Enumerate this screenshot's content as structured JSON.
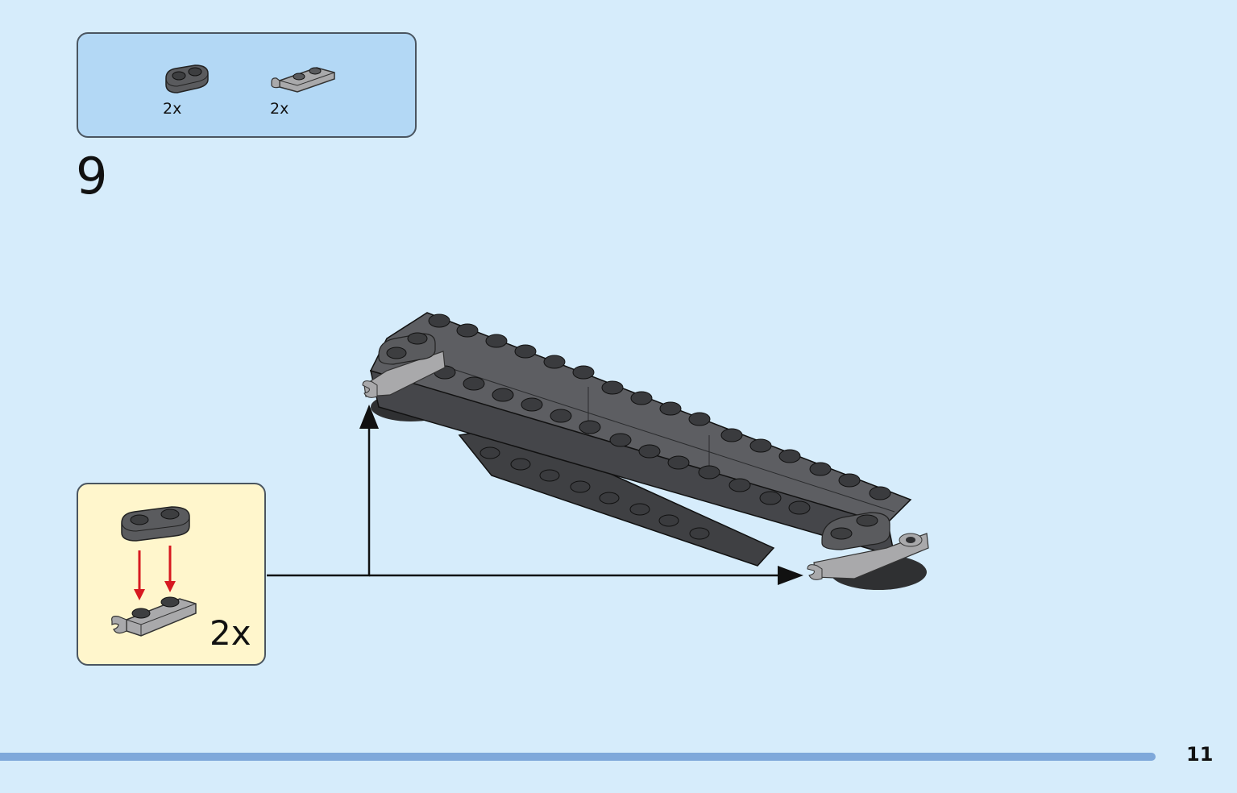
{
  "parts_list": {
    "items": [
      {
        "name": "dark-grey-plate-1x2-rounded",
        "qty": "2x",
        "color": "#5a5b5e"
      },
      {
        "name": "light-grey-plate-1x2-clip",
        "qty": "2x",
        "color": "#a9a9ab"
      }
    ]
  },
  "step": {
    "number": "9"
  },
  "subassembly": {
    "qty": "2x"
  },
  "model": {
    "color_dark": "#5b5c5f",
    "color_light": "#a6a7a9"
  },
  "footer": {
    "page_number": "11",
    "bar_color": "#7fa8da"
  }
}
